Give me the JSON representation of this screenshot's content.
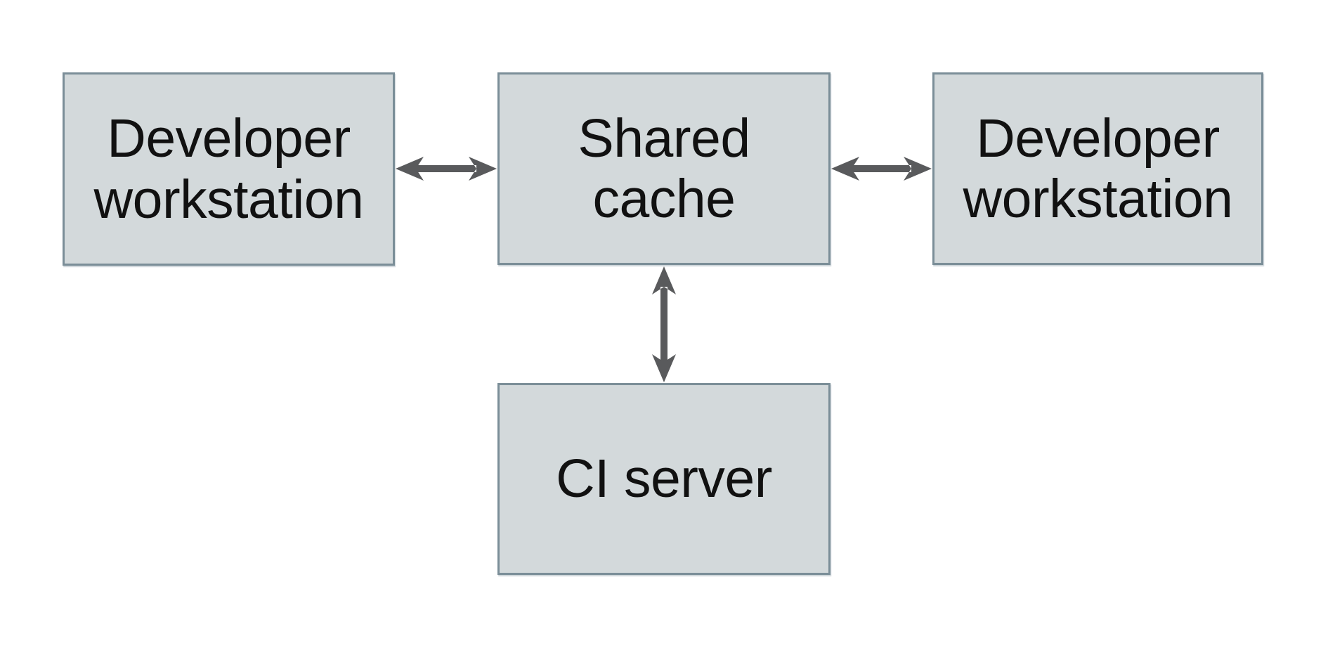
{
  "diagram": {
    "nodes": [
      {
        "id": "developer-workstation-left",
        "label": "Developer workstation",
        "lines": [
          "Developer",
          "workstation"
        ]
      },
      {
        "id": "shared-cache",
        "label": "Shared cache",
        "lines": [
          "Shared",
          "cache"
        ]
      },
      {
        "id": "developer-workstation-right",
        "label": "Developer workstation",
        "lines": [
          "Developer",
          "workstation"
        ]
      },
      {
        "id": "ci-server",
        "label": "CI server",
        "lines": [
          "CI server"
        ]
      }
    ],
    "edges": [
      {
        "from": "developer-workstation-left",
        "to": "shared-cache",
        "direction": "bidirectional"
      },
      {
        "from": "shared-cache",
        "to": "developer-workstation-right",
        "direction": "bidirectional"
      },
      {
        "from": "shared-cache",
        "to": "ci-server",
        "direction": "bidirectional"
      }
    ],
    "colors": {
      "node_fill": "#d3d9db",
      "node_border": "#7b8e98",
      "arrow": "#595a5c",
      "text": "#111111",
      "background": "#ffffff"
    }
  }
}
